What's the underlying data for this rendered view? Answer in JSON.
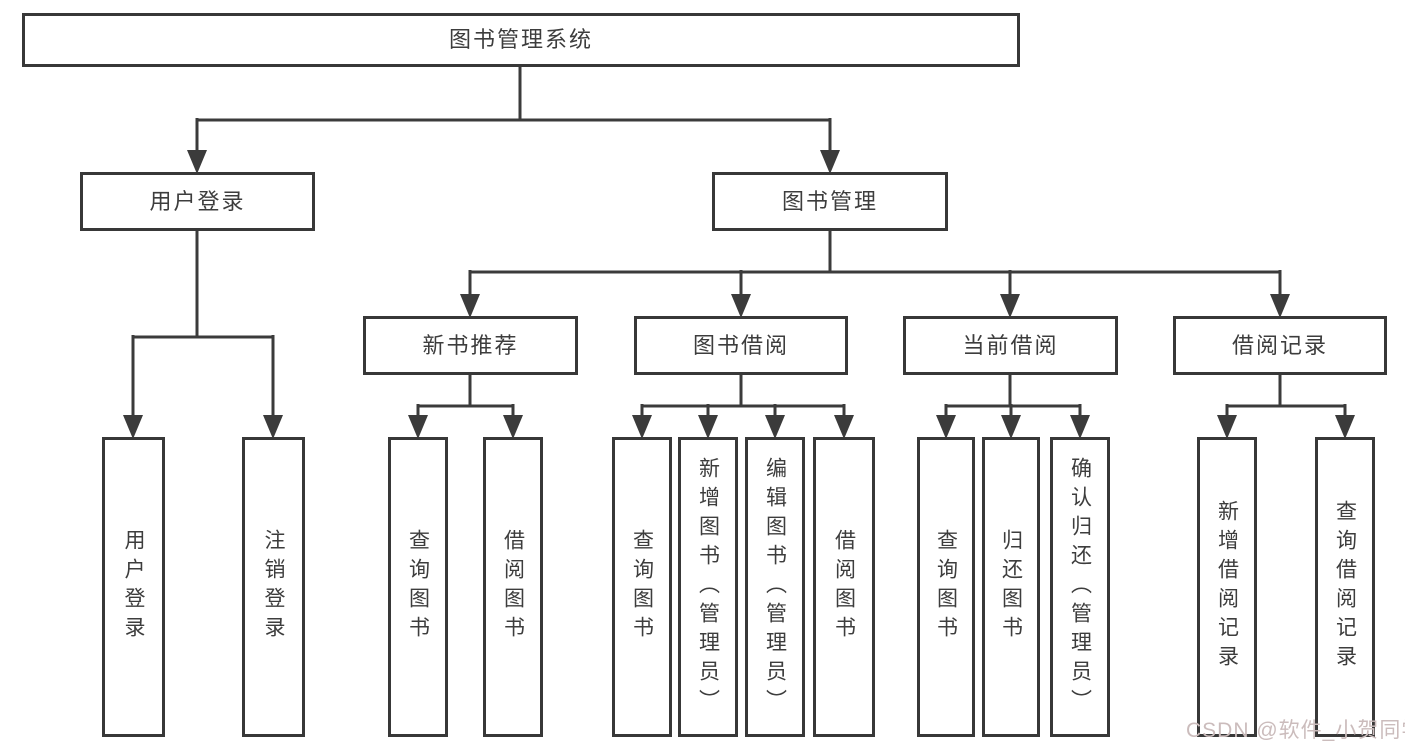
{
  "colors": {
    "background": "#ffffff",
    "box_border": "#383838",
    "connector_line": "#3b3b3b",
    "text": "#3d3d3d",
    "watermark": "#cbbcbc"
  },
  "diagram": {
    "type": "hierarchy-tree",
    "root": {
      "label": "图书管理系统",
      "children": [
        {
          "label": "用户登录",
          "children": [
            {
              "label": "用户登录"
            },
            {
              "label": "注销登录"
            }
          ]
        },
        {
          "label": "图书管理",
          "children": [
            {
              "label": "新书推荐",
              "children": [
                {
                  "label": "查询图书"
                },
                {
                  "label": "借阅图书"
                }
              ]
            },
            {
              "label": "图书借阅",
              "children": [
                {
                  "label": "查询图书"
                },
                {
                  "label": "新增图书（管理员）"
                },
                {
                  "label": "编辑图书（管理员）"
                },
                {
                  "label": "借阅图书"
                }
              ]
            },
            {
              "label": "当前借阅",
              "children": [
                {
                  "label": "查询图书"
                },
                {
                  "label": "归还图书"
                },
                {
                  "label": "确认归还（管理员）"
                }
              ]
            },
            {
              "label": "借阅记录",
              "children": [
                {
                  "label": "新增借阅记录"
                },
                {
                  "label": "查询借阅记录"
                }
              ]
            }
          ]
        }
      ]
    }
  },
  "watermark": {
    "text": "CSDN @软件_小贺同学"
  }
}
